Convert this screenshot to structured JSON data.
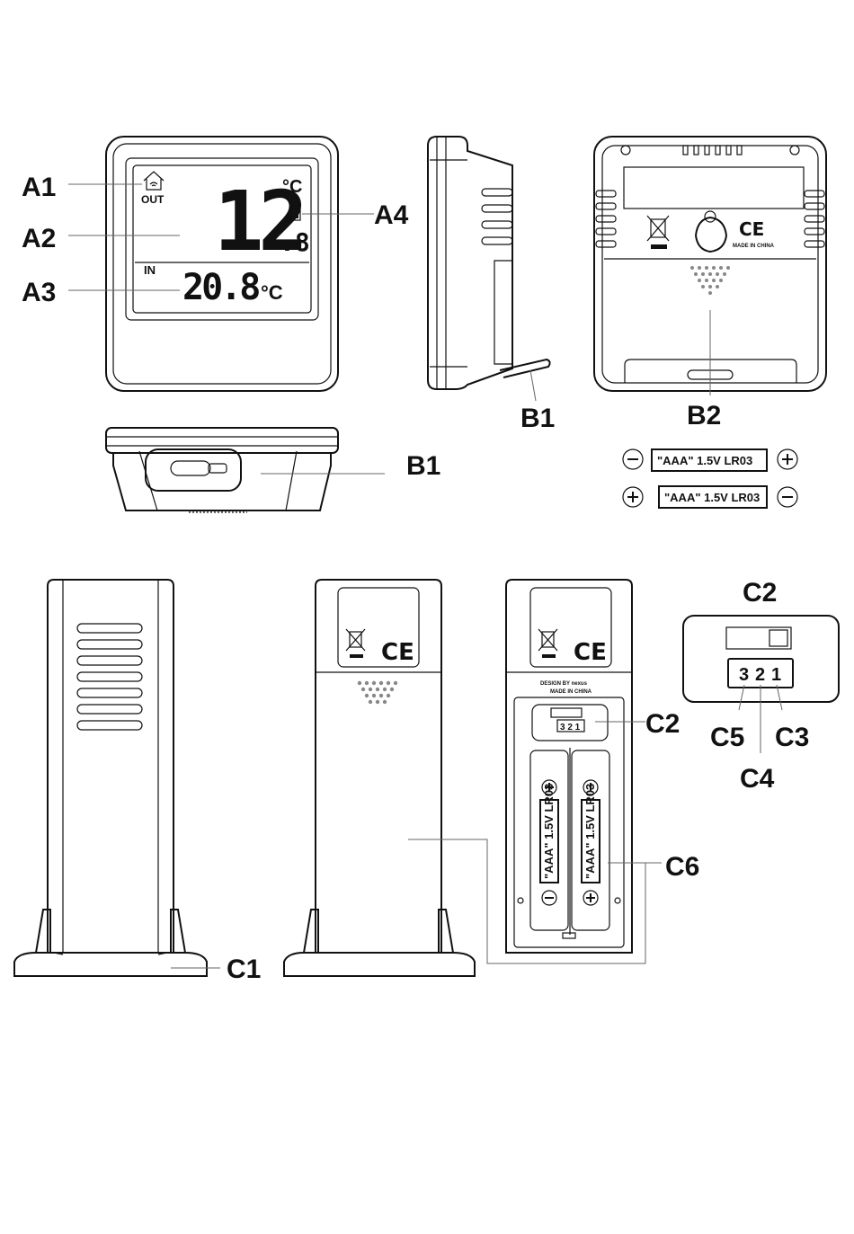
{
  "labels": {
    "a1": "A1",
    "a2": "A2",
    "a3": "A3",
    "a4": "A4",
    "b1": "B1",
    "b2": "B2",
    "c1": "C1",
    "c2": "C2",
    "c3": "C3",
    "c4": "C4",
    "c5": "C5",
    "c6": "C6"
  },
  "display": {
    "out_label": "OUT",
    "outdoor_temp": "12",
    "outdoor_decimal": ".8",
    "unit": "°C",
    "in_label": "IN",
    "indoor_temp": "20.8",
    "indoor_unit": "°C"
  },
  "back_panel": {
    "made_in": "MADE IN CHINA",
    "ce": "CE"
  },
  "batteries": {
    "label": "\"AAA\" 1.5V LR03",
    "minus": "−",
    "plus": "+"
  },
  "sensor": {
    "design_by": "DESIGN BY nexus",
    "made_in": "MADE IN CHINA",
    "ce": "CE",
    "switch_numbers": "3 2 1",
    "digit_3": "3",
    "digit_2": "2",
    "digit_1": "1"
  }
}
